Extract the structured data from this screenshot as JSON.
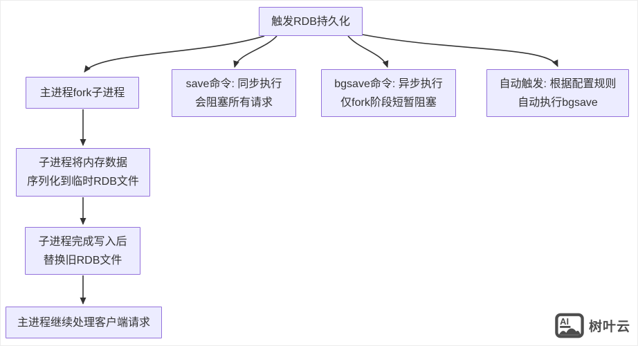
{
  "diagram": {
    "nodes": {
      "trigger": {
        "label": "触发RDB持久化"
      },
      "fork": {
        "label": "主进程fork子进程"
      },
      "save": {
        "line1": "save命令: 同步执行",
        "line2": "会阻塞所有请求"
      },
      "bgsave": {
        "line1": "bgsave命令: 异步执行",
        "line2": "仅fork阶段短暂阻塞"
      },
      "auto": {
        "line1": "自动触发: 根据配置规则",
        "line2": "自动执行bgsave"
      },
      "serialize": {
        "line1": "子进程将内存数据",
        "line2": "序列化到临时RDB文件"
      },
      "replace": {
        "line1": "子进程完成写入后",
        "line2": "替换旧RDB文件"
      },
      "continue": {
        "label": "主进程继续处理客户端请求"
      }
    },
    "edges": [
      {
        "from": "trigger",
        "to": "fork"
      },
      {
        "from": "trigger",
        "to": "save"
      },
      {
        "from": "trigger",
        "to": "bgsave"
      },
      {
        "from": "trigger",
        "to": "auto"
      },
      {
        "from": "fork",
        "to": "serialize"
      },
      {
        "from": "serialize",
        "to": "replace"
      },
      {
        "from": "replace",
        "to": "continue"
      }
    ],
    "colors": {
      "node_fill": "#ECECFF",
      "node_border": "#9370DB",
      "edge": "#333333",
      "text": "#333333"
    }
  },
  "watermark": {
    "icon_label": "AI",
    "brand": "树叶云",
    "color": "#4d4d4d"
  }
}
